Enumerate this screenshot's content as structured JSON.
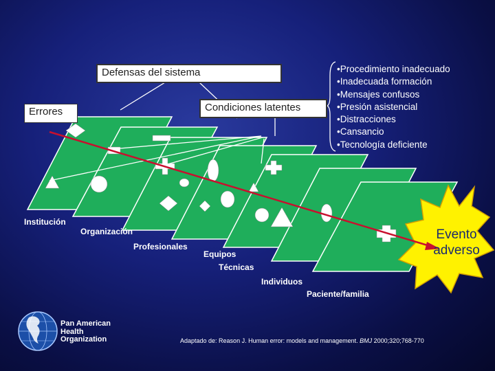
{
  "labels": {
    "defenses": "Defensas del sistema",
    "latent_conditions": "Condiciones latentes",
    "errors": "Errores"
  },
  "latent_factors": [
    "Procedimiento inadecuado",
    "Inadecuada formación",
    "Mensajes confusos",
    "Presión asistencial",
    "Distracciones",
    "Cansancio",
    "Tecnología deficiente"
  ],
  "layers": [
    "Institución",
    "Organización",
    "Profesionales",
    "Equipos",
    "Técnicas",
    "Individuos",
    "Paciente/familia"
  ],
  "event": {
    "line1": "Evento",
    "line2": "adverso"
  },
  "organization": {
    "line1": "Pan American",
    "line2": "Health",
    "line3": "Organization"
  },
  "citation": {
    "prefix": "Adaptado de: Reason J. Human error: models and management. ",
    "journal": "BMJ",
    "suffix": " 2000;320;768-770"
  },
  "colors": {
    "plane_fill": "#1fae5b",
    "plane_stroke": "#ffffff",
    "trajectory": "#c8102e",
    "starburst_fill": "#fff200",
    "starburst_stroke": "#d4a000",
    "background": "#16207a"
  }
}
